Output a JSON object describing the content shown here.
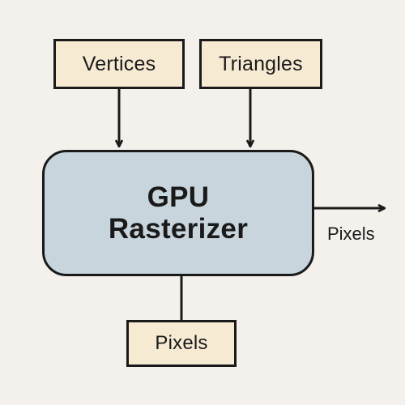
{
  "diagram": {
    "inputs": {
      "vertices": "Vertices",
      "triangles": "Triangles"
    },
    "core": {
      "line1": "GPU",
      "line2": "Rasterizer"
    },
    "outputs": {
      "side_label": "Pixels",
      "bottom_box": "Pixels"
    }
  },
  "colors": {
    "background": "#f4f1ec",
    "input_box_fill": "#f6ead2",
    "core_box_fill": "#c8d5dc",
    "stroke": "#1a1a1a"
  }
}
